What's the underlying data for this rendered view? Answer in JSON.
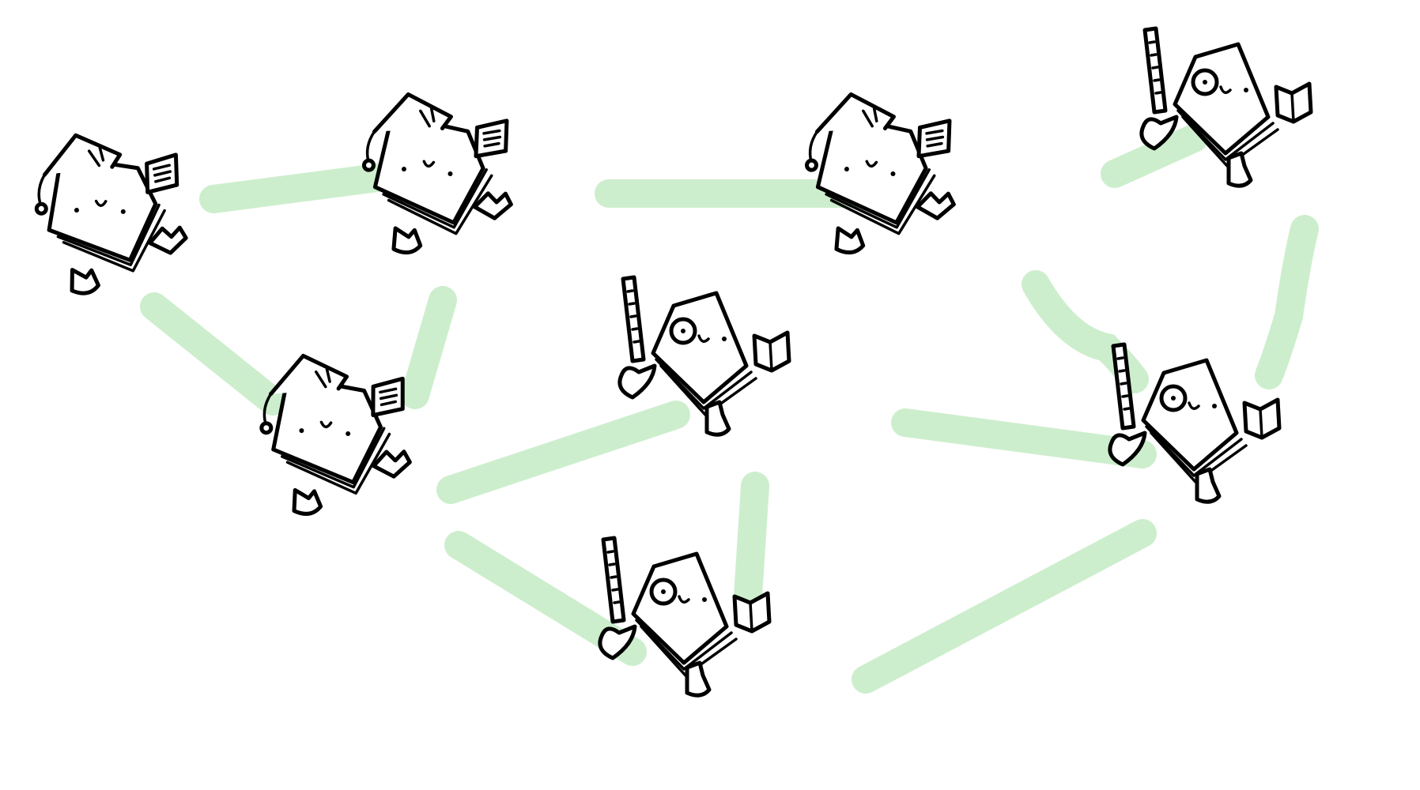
{
  "diagram": {
    "colors": {
      "edge": "#cdeecd",
      "ink": "#000000",
      "background": "#ffffff"
    },
    "node_kinds": {
      "graduate": {
        "description_icons": [
          "graduation-cap-icon",
          "diploma-scroll-icon",
          "book-body-icon"
        ]
      },
      "scholar": {
        "description_icons": [
          "ruler-icon",
          "monocle-icon",
          "open-book-icon",
          "book-body-icon"
        ]
      }
    },
    "nodes": [
      {
        "id": "n1",
        "kind": "graduate"
      },
      {
        "id": "n2",
        "kind": "graduate"
      },
      {
        "id": "n3",
        "kind": "graduate"
      },
      {
        "id": "n4",
        "kind": "scholar"
      },
      {
        "id": "n5",
        "kind": "scholar"
      },
      {
        "id": "n6",
        "kind": "scholar"
      },
      {
        "id": "n7",
        "kind": "graduate"
      },
      {
        "id": "n8",
        "kind": "scholar"
      }
    ],
    "edges": [
      [
        "n1",
        "n2"
      ],
      [
        "n1",
        "n3"
      ],
      [
        "n2",
        "n3"
      ],
      [
        "n2",
        "n7"
      ],
      [
        "n3",
        "n4"
      ],
      [
        "n3",
        "n5"
      ],
      [
        "n4",
        "n5"
      ],
      [
        "n4",
        "n6"
      ],
      [
        "n5",
        "n6"
      ],
      [
        "n7",
        "n8"
      ],
      [
        "n7",
        "n6"
      ],
      [
        "n8",
        "n6"
      ]
    ]
  }
}
